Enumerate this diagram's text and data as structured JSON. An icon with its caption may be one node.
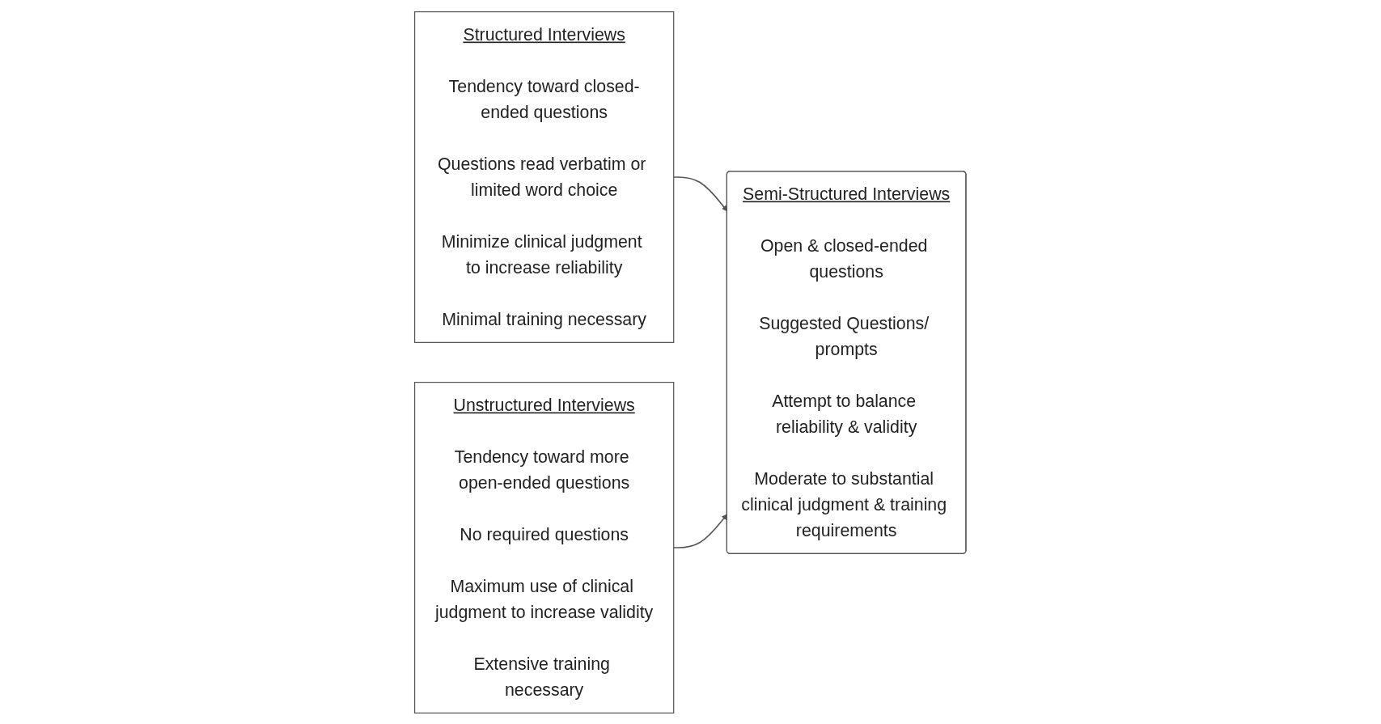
{
  "diagram": {
    "nodes": [
      {
        "text": [
          "Structured Interviews",
          "Tendency toward closed-ended questions",
          "Questions read verbatim or limited word choice",
          "Minimize clinical judgment to increase reliability",
          "Minimal training necessary"
        ]
      },
      {
        "text": [
          "Semi-Structured Interviews",
          "Open & closed-ended questions",
          "Suggested Questions/ prompts",
          "Attempt to balance reliability & validity",
          "Moderate to substantial clinical judgment & training requirements"
        ]
      },
      {
        "text": [
          "Unstructured Interviews",
          "Tendency toward more open-ended questions",
          "No required questions",
          "Maximum use of clinical judgment to increase validity",
          "Extensive training necessary"
        ]
      }
    ],
    "edges": [
      {
        "from": 0,
        "to": 1,
        "arrow": "to"
      },
      {
        "from": 2,
        "to": 1,
        "arrow": "to"
      }
    ]
  }
}
